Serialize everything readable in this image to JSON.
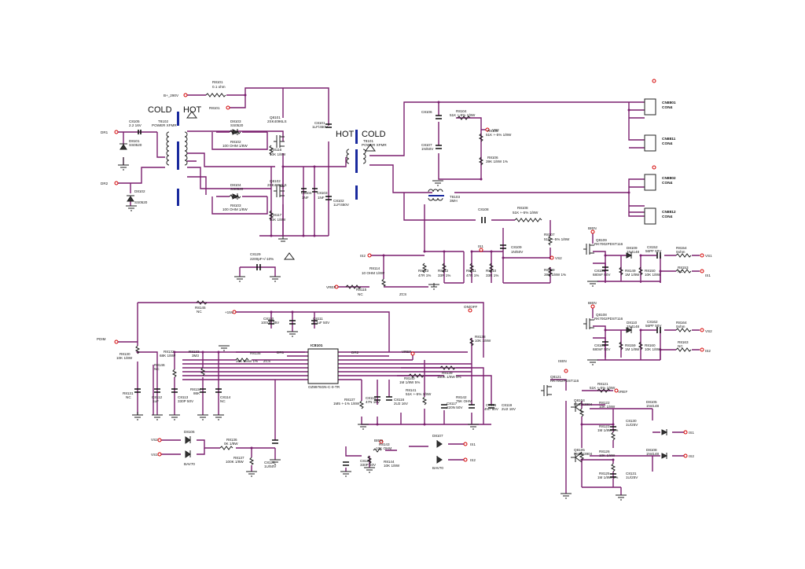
{
  "transformer_labels": {
    "cold_left": "COLD",
    "hot_left": "HOT",
    "hot_right": "HOT",
    "cold_right": "COLD"
  },
  "components": [
    {
      "id": "b_290v",
      "text": "B+_290V"
    },
    {
      "id": "r8101",
      "text": "R8101"
    },
    {
      "id": "r8101v",
      "text": "0.1 ohm"
    },
    {
      "id": "r8101b",
      "text": "R8101"
    },
    {
      "id": "t8102",
      "text": "T8102"
    },
    {
      "id": "t8102v",
      "text": "POWER XFMR"
    },
    {
      "id": "t8101",
      "text": "T8101"
    },
    {
      "id": "t8101v",
      "text": "POWER XFMR"
    },
    {
      "id": "c8105",
      "text": "C8105"
    },
    {
      "id": "c8105v",
      "text": "2.2 16V"
    },
    {
      "id": "dr1",
      "text": "DR1"
    },
    {
      "id": "dr2",
      "text": "DR2"
    },
    {
      "id": "d8101",
      "text": "D8101"
    },
    {
      "id": "d8101v",
      "text": "SS0520"
    },
    {
      "id": "d8102",
      "text": "D8102"
    },
    {
      "id": "d8102v",
      "text": "SS0520"
    },
    {
      "id": "d8103",
      "text": "D8103"
    },
    {
      "id": "d8103v",
      "text": "SS0520"
    },
    {
      "id": "r8102",
      "text": "R8102"
    },
    {
      "id": "r8102v",
      "text": "100 OHM 1/8W"
    },
    {
      "id": "d8104",
      "text": "D8104"
    },
    {
      "id": "d8104v",
      "text": "SS0520"
    },
    {
      "id": "r8103",
      "text": "R8103"
    },
    {
      "id": "r8103v",
      "text": "100 OHM 1/8W"
    },
    {
      "id": "q8101",
      "text": "Q8101"
    },
    {
      "id": "q8101v",
      "text": "2SK4096LS"
    },
    {
      "id": "q8102",
      "text": "Q8102"
    },
    {
      "id": "q8102v",
      "text": "2SK4096LS"
    },
    {
      "id": "r8116",
      "text": "R8116"
    },
    {
      "id": "r8116v",
      "text": "10K 1/8W"
    },
    {
      "id": "r8117",
      "text": "R8117"
    },
    {
      "id": "r8117v",
      "text": "10K 1/8W"
    },
    {
      "id": "c8101",
      "text": "C8101"
    },
    {
      "id": "c8101v",
      "text": "1LF/450V"
    },
    {
      "id": "c8104",
      "text": "C8104"
    },
    {
      "id": "c8104v",
      "text": "1NF"
    },
    {
      "id": "c8103",
      "text": "C8103"
    },
    {
      "id": "c8103v",
      "text": "1NF"
    },
    {
      "id": "c8102",
      "text": "C8102"
    },
    {
      "id": "c8102v",
      "text": "1LF/450V"
    },
    {
      "id": "c8129",
      "text": "C8129"
    },
    {
      "id": "c8129v",
      "text": "2200pF+/-10%"
    },
    {
      "id": "c8106",
      "text": "C8106"
    },
    {
      "id": "r8104",
      "text": "R8104"
    },
    {
      "id": "r8104v",
      "text": "51K +-5% 1/8W"
    },
    {
      "id": "r8105",
      "text": "R8105"
    },
    {
      "id": "r8105v",
      "text": "51K +-5% 1/8W"
    },
    {
      "id": "r8106",
      "text": "R8106"
    },
    {
      "id": "r8106v",
      "text": "39K 1/8W 1%"
    },
    {
      "id": "c8107",
      "text": "C8107"
    },
    {
      "id": "c8107v",
      "text": "1N/50V"
    },
    {
      "id": "vs2a",
      "text": "VS2"
    },
    {
      "id": "cn8801",
      "text": "CN8801"
    },
    {
      "id": "cn8801v",
      "text": "CON4"
    },
    {
      "id": "cn8811",
      "text": "CN8811"
    },
    {
      "id": "cn8811v",
      "text": "CON4"
    },
    {
      "id": "cn8802",
      "text": "CN8802"
    },
    {
      "id": "cn8802v",
      "text": "CON4"
    },
    {
      "id": "cn8812",
      "text": "CN8812"
    },
    {
      "id": "cn8812v",
      "text": "CON4"
    },
    {
      "id": "t8103",
      "text": "T8103"
    },
    {
      "id": "t8103v",
      "text": "3MH"
    },
    {
      "id": "c8108",
      "text": "C8108"
    },
    {
      "id": "r8108",
      "text": "R8108"
    },
    {
      "id": "r8108v",
      "text": "51K +-5% 1/8W"
    },
    {
      "id": "c8109",
      "text": "C8109"
    },
    {
      "id": "c8109v",
      "text": "1N/50V"
    },
    {
      "id": "r8107",
      "text": "R8107"
    },
    {
      "id": "r8107v",
      "text": "51K +-5% 1/8W"
    },
    {
      "id": "r8109",
      "text": "R8109"
    },
    {
      "id": "r8109v",
      "text": "39K 1/8W 1%"
    },
    {
      "id": "is1",
      "text": "IS1"
    },
    {
      "id": "is2",
      "text": "IS2"
    },
    {
      "id": "vs2b",
      "text": "VS2"
    },
    {
      "id": "r8114",
      "text": "R8114"
    },
    {
      "id": "r8114v",
      "text": "10 OHM 1/8W"
    },
    {
      "id": "r8113",
      "text": "R8113"
    },
    {
      "id": "r8113v",
      "text": "47R 1%"
    },
    {
      "id": "r8112",
      "text": "R8112"
    },
    {
      "id": "r8112v",
      "text": "33R 1%"
    },
    {
      "id": "r8111",
      "text": "R8111"
    },
    {
      "id": "r8111v",
      "text": "47R 1%"
    },
    {
      "id": "r8110",
      "text": "R8110"
    },
    {
      "id": "r8110v",
      "text": "33R 1%"
    },
    {
      "id": "vref1",
      "text": "VREF"
    },
    {
      "id": "r8115",
      "text": "R8115"
    },
    {
      "id": "r8115v",
      "text": "NC"
    },
    {
      "id": "zcs1",
      "text": "ZCS"
    },
    {
      "id": "bien1",
      "text": "BIEN"
    },
    {
      "id": "q8109",
      "text": "Q8109"
    },
    {
      "id": "q8109v",
      "text": "RK7002PDST116"
    },
    {
      "id": "d8109",
      "text": "D8109"
    },
    {
      "id": "d8109v",
      "text": "1N4148"
    },
    {
      "id": "c8152",
      "text": "C8152"
    },
    {
      "id": "c8152v",
      "text": "56PF 50V"
    },
    {
      "id": "r8154",
      "text": "R8154"
    },
    {
      "id": "r8154v",
      "text": "0ohm"
    },
    {
      "id": "vs1",
      "text": "VS1"
    },
    {
      "id": "c8151",
      "text": "C8151"
    },
    {
      "id": "c8151v",
      "text": "680nF 50V"
    },
    {
      "id": "r8149",
      "text": "R8149"
    },
    {
      "id": "r8149v",
      "text": "1M 1/8W"
    },
    {
      "id": "r8150",
      "text": "R8150"
    },
    {
      "id": "r8150v",
      "text": "10K 1/8W"
    },
    {
      "id": "r8153",
      "text": "R8153"
    },
    {
      "id": "r8153v",
      "text": "NC"
    },
    {
      "id": "is1b",
      "text": "IS1"
    },
    {
      "id": "bien2",
      "text": "BIEN"
    },
    {
      "id": "q8108",
      "text": "Q8108"
    },
    {
      "id": "q8108v",
      "text": "RK7002PDST116"
    },
    {
      "id": "d8110",
      "text": "D8110"
    },
    {
      "id": "d8110v",
      "text": "1N4148"
    },
    {
      "id": "c8162",
      "text": "C8162"
    },
    {
      "id": "c8162v",
      "text": "56PF 50V"
    },
    {
      "id": "r8164",
      "text": "R8164"
    },
    {
      "id": "r8164v",
      "text": "0ohm"
    },
    {
      "id": "vs2c",
      "text": "VS2"
    },
    {
      "id": "c8161",
      "text": "C8161"
    },
    {
      "id": "c8161v",
      "text": "680nF 50V"
    },
    {
      "id": "r8159",
      "text": "R8159"
    },
    {
      "id": "r8159v",
      "text": "1M 1/8W"
    },
    {
      "id": "r8160",
      "text": "R8160"
    },
    {
      "id": "r8160v",
      "text": "10K 1/8W"
    },
    {
      "id": "r8163",
      "text": "R8163"
    },
    {
      "id": "r8163v",
      "text": "NC"
    },
    {
      "id": "is2b",
      "text": "IS2"
    },
    {
      "id": "ondoff",
      "text": "ON/OFF"
    },
    {
      "id": "r8145",
      "text": "R8145"
    },
    {
      "id": "r8145v",
      "text": "NC"
    },
    {
      "id": "plus15v",
      "text": "+15V"
    },
    {
      "id": "c8110",
      "text": "C8110"
    },
    {
      "id": "c8110v",
      "text": "100UF 35V"
    },
    {
      "id": "c8111",
      "text": "C8111"
    },
    {
      "id": "c8111v",
      "text": "0.1uF 50V"
    },
    {
      "id": "pdim",
      "text": "PDIM"
    },
    {
      "id": "r8130",
      "text": "R8130"
    },
    {
      "id": "r8130v",
      "text": "10K 1/8W"
    },
    {
      "id": "r8132",
      "text": "R8132"
    },
    {
      "id": "r8132v",
      "text": "68K 1/8W"
    },
    {
      "id": "r8133",
      "text": "R8133"
    },
    {
      "id": "r8133v",
      "text": "3M3"
    },
    {
      "id": "r8146",
      "text": "R8146"
    },
    {
      "id": "r8146v",
      "text": "NC"
    },
    {
      "id": "dr1b",
      "text": "DR1"
    },
    {
      "id": "r8135",
      "text": "R8135"
    },
    {
      "id": "r8135v",
      "text": "39K 1/8W 1%"
    },
    {
      "id": "zcs2",
      "text": "ZCS"
    },
    {
      "id": "ic8101",
      "text": "IC8101"
    },
    {
      "id": "icpins_l",
      "text": "DRV1\nGND\nZCS\nRT1\nCT\nLCT\nPDIM\nVSEN"
    },
    {
      "id": "icpins_r",
      "text": "DRV2\nVCC\nVREF\nEA-\nEA+\nTIMER\nPROTECT\nISEN"
    },
    {
      "id": "icpart",
      "text": "OZ9976GN-C-0-TR"
    },
    {
      "id": "dr2b",
      "text": "DR2"
    },
    {
      "id": "vref2",
      "text": "VREF"
    },
    {
      "id": "r8138",
      "text": "R8138"
    },
    {
      "id": "r8138v",
      "text": "10K 1/8W"
    },
    {
      "id": "r8140",
      "text": "R8140"
    },
    {
      "id": "r8140v",
      "text": "1M 1/8W 5%"
    },
    {
      "id": "r8139",
      "text": "R8139"
    },
    {
      "id": "r8139v",
      "text": "150K 1/8W 5%"
    },
    {
      "id": "r8131",
      "text": "R8131"
    },
    {
      "id": "r8131v",
      "text": "NC"
    },
    {
      "id": "c8112",
      "text": "C8112"
    },
    {
      "id": "c8112v",
      "text": "1uF"
    },
    {
      "id": "c8113",
      "text": "C8113"
    },
    {
      "id": "c8113v",
      "text": "330P 50V"
    },
    {
      "id": "r8134",
      "text": "R8134"
    },
    {
      "id": "r8134v",
      "text": "86K"
    },
    {
      "id": "c8114",
      "text": "C8114"
    },
    {
      "id": "c8114v",
      "text": "NC"
    },
    {
      "id": "r8137",
      "text": "R8137"
    },
    {
      "id": "r8137v",
      "text": "1M5 +-1% 1/8W"
    },
    {
      "id": "c8115",
      "text": "C8115"
    },
    {
      "id": "c8115v",
      "text": "47N 16V"
    },
    {
      "id": "c8116",
      "text": "C8116"
    },
    {
      "id": "c8116v",
      "text": "2U2 16V"
    },
    {
      "id": "r8141",
      "text": "R8141"
    },
    {
      "id": "r8141v",
      "text": "51K +-5% 1/8W"
    },
    {
      "id": "c8117",
      "text": "C8117"
    },
    {
      "id": "c8117v",
      "text": "220N 50V"
    },
    {
      "id": "r8142",
      "text": "R8142"
    },
    {
      "id": "r8142v",
      "text": "75K OHM"
    },
    {
      "id": "c8118",
      "text": "C8118"
    },
    {
      "id": "c8118v",
      "text": "4N7 50V"
    },
    {
      "id": "c8119",
      "text": "C8119"
    },
    {
      "id": "c8119v",
      "text": "2U2 16V"
    },
    {
      "id": "vs2d",
      "text": "VS2"
    },
    {
      "id": "vs1b",
      "text": "VS1"
    },
    {
      "id": "d8106",
      "text": "D8106"
    },
    {
      "id": "d8106v",
      "text": "BAV70"
    },
    {
      "id": "r8136",
      "text": "R8136"
    },
    {
      "id": "r8136v",
      "text": "0K 1/8W"
    },
    {
      "id": "r8137b",
      "text": "R8137"
    },
    {
      "id": "r8137bv",
      "text": "100K 1/8W"
    },
    {
      "id": "c8128",
      "text": "C8128"
    },
    {
      "id": "c8128v",
      "text": "1U/50V"
    },
    {
      "id": "bien3",
      "text": "BIEN"
    },
    {
      "id": "r8143",
      "text": "R8143"
    },
    {
      "id": "r8143v",
      "text": "12K OHM"
    },
    {
      "id": "c8120",
      "text": "C8120"
    },
    {
      "id": "c8120v",
      "text": "330P 50V"
    },
    {
      "id": "r8144",
      "text": "R8144"
    },
    {
      "id": "r8144v",
      "text": "10K 1/8W"
    },
    {
      "id": "d8107",
      "text": "D8107"
    },
    {
      "id": "d8107v",
      "text": "BAV70"
    },
    {
      "id": "is1c",
      "text": "IS1"
    },
    {
      "id": "is2c",
      "text": "IS2"
    },
    {
      "id": "isen",
      "text": "ISEN"
    },
    {
      "id": "q8121",
      "text": "Q8121"
    },
    {
      "id": "q8121v",
      "text": "RK7002PDST116"
    },
    {
      "id": "r8121",
      "text": "R8121"
    },
    {
      "id": "r8121v",
      "text": "51K +-5% 1/8W"
    },
    {
      "id": "vref3",
      "text": "VREF"
    },
    {
      "id": "q8104",
      "text": "Q8104"
    },
    {
      "id": "q8104v",
      "text": "PMBS3904"
    },
    {
      "id": "r8122",
      "text": "R8122"
    },
    {
      "id": "r8122v",
      "text": "10K 1/8W"
    },
    {
      "id": "d8105",
      "text": "D8105"
    },
    {
      "id": "d8105v",
      "text": "1N4148"
    },
    {
      "id": "is1d",
      "text": "IS1"
    },
    {
      "id": "r8123",
      "text": "R8123"
    },
    {
      "id": "r8123v",
      "text": "1M 1/8W 5%"
    },
    {
      "id": "c8130",
      "text": "C8130"
    },
    {
      "id": "c8130v",
      "text": "1U/25V"
    },
    {
      "id": "q8105",
      "text": "Q8105"
    },
    {
      "id": "q8105v",
      "text": "PMBS3904"
    },
    {
      "id": "r8126",
      "text": "R8126"
    },
    {
      "id": "r8126v",
      "text": "10K 1/8W"
    },
    {
      "id": "d8108",
      "text": "D8108"
    },
    {
      "id": "d8108v",
      "text": "1N4148"
    },
    {
      "id": "is2d",
      "text": "IS2"
    },
    {
      "id": "r8125",
      "text": "R8125"
    },
    {
      "id": "r8125v",
      "text": "1M 1/8W 5%"
    },
    {
      "id": "c8131",
      "text": "C8131"
    },
    {
      "id": "c8131v",
      "text": "1U/25V"
    }
  ]
}
